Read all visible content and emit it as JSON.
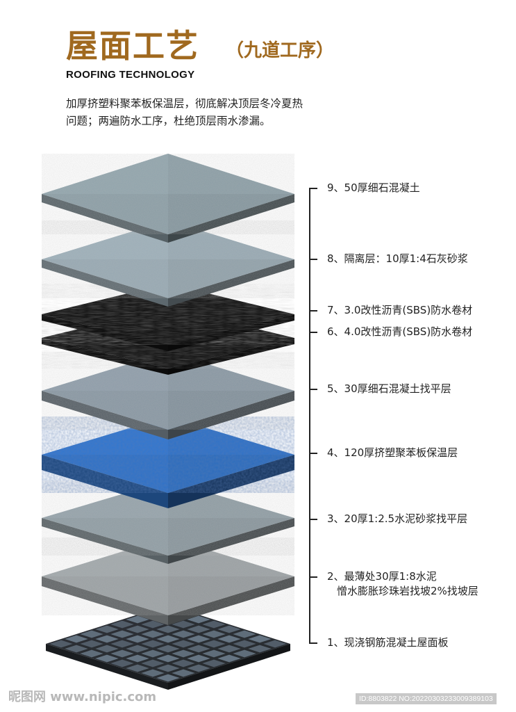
{
  "header": {
    "title": "屋面工艺",
    "subtitle": "（九道工序）",
    "english_title": "ROOFING TECHNOLOGY",
    "intro_line1": "加厚挤塑料聚苯板保温层，彻底解决顶层冬冷夏热",
    "intro_line2": "问题；两遍防水工序，杜绝顶层雨水渗漏。"
  },
  "layers": [
    {
      "label": "9、50厚细石混凝土",
      "material": "fine-aggregate-concrete",
      "color": "#8a9da5"
    },
    {
      "label": "8、隔离层：10厚1:4石灰砂浆",
      "material": "lime-mortar",
      "color": "#96a8b2"
    },
    {
      "label": "7、3.0改性沥青(SBS)防水卷材",
      "material": "sbs-membrane",
      "color": "#141414"
    },
    {
      "label": "6、4.0改性沥青(SBS)防水卷材",
      "material": "sbs-membrane",
      "color": "#141414"
    },
    {
      "label": "5、30厚细石混凝土找平层",
      "material": "leveling-concrete",
      "color": "#8796a2"
    },
    {
      "label": "4、120厚挤塑聚苯板保温层",
      "material": "xps-insulation",
      "color": "#2f72c8"
    },
    {
      "label": "3、20厚1:2.5水泥砂浆找平层",
      "material": "cement-mortar",
      "color": "#8e9ca3"
    },
    {
      "label": "2、最薄处30厚1:8水泥",
      "label_line2": "憎水膨胀珍珠岩找坡2%找坡层",
      "material": "perlite-slope",
      "color": "#9aa0a3"
    },
    {
      "label": "1、现浇钢筋混凝土屋面板",
      "material": "rc-slab-grid",
      "color": "#2a2e33"
    }
  ],
  "footer": {
    "watermark": "昵图网 www.nipic.com",
    "image_id": "ID:8803822 NO:20220303233009389103"
  }
}
